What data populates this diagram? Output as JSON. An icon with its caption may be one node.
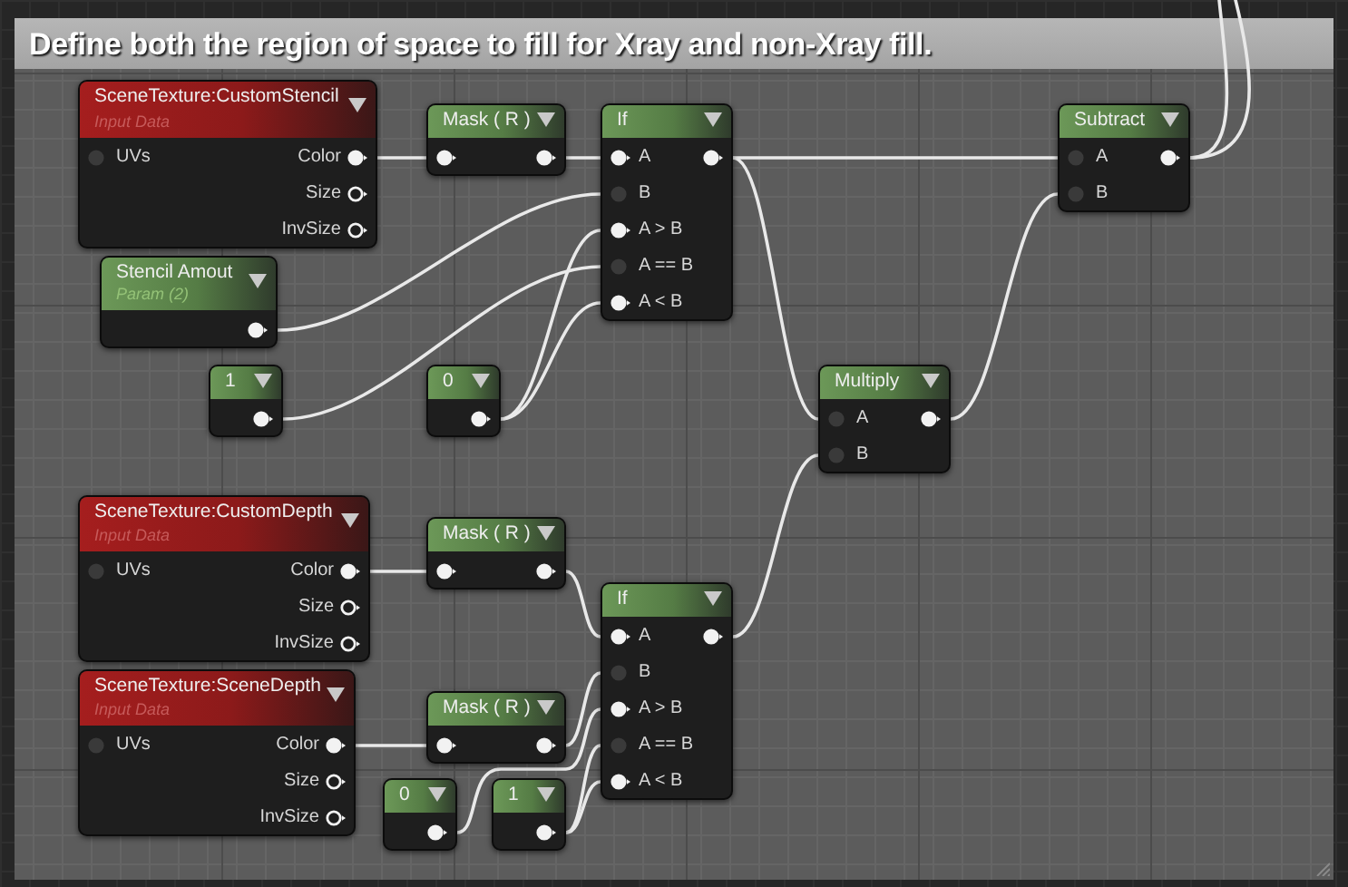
{
  "diagram": {
    "nodes": [
      {
        "text": [
          "Define both the region of space to fill for Xray and non-Xray fill."
        ]
      },
      {
        "text": [
          "SceneTexture:CustomStencil",
          "Input Data",
          "UVs",
          "Color",
          "Size",
          "InvSize"
        ],
        "in": 0
      },
      {
        "text": [
          "Mask ( R )"
        ],
        "in": 0
      },
      {
        "text": [
          "If",
          "A",
          "B",
          "A > B",
          "A == B",
          "A < B"
        ],
        "in": 0
      },
      {
        "text": [
          "Subtract",
          "A",
          "B"
        ],
        "in": 0
      },
      {
        "text": [
          "Stencil Amout",
          "Param (2)"
        ],
        "in": 0
      },
      {
        "text": [
          "1"
        ],
        "in": 0
      },
      {
        "text": [
          "0"
        ],
        "in": 0
      },
      {
        "text": [
          "Multiply",
          "A",
          "B"
        ],
        "in": 0
      },
      {
        "text": [
          "SceneTexture:CustomDepth",
          "Input Data",
          "UVs",
          "Color",
          "Size",
          "InvSize"
        ],
        "in": 0
      },
      {
        "text": [
          "Mask ( R )"
        ],
        "in": 0
      },
      {
        "text": [
          "If",
          "A",
          "B",
          "A > B",
          "A == B",
          "A < B"
        ],
        "in": 0
      },
      {
        "text": [
          "SceneTexture:SceneDepth",
          "Input Data",
          "UVs",
          "Color",
          "Size",
          "InvSize"
        ],
        "in": 0
      },
      {
        "text": [
          "Mask ( R )"
        ],
        "in": 0
      },
      {
        "text": [
          "0"
        ],
        "in": 0
      },
      {
        "text": [
          "1"
        ],
        "in": 0
      }
    ],
    "edges": [
      {
        "from": 1,
        "to": 2,
        "arrow": "none"
      },
      {
        "from": 2,
        "to": 3,
        "arrow": "none"
      },
      {
        "from": 5,
        "to": 3,
        "arrow": "none"
      },
      {
        "from": 7,
        "to": 3,
        "arrow": "none"
      },
      {
        "from": 6,
        "to": 3,
        "arrow": "none"
      },
      {
        "from": 7,
        "to": 3,
        "arrow": "none"
      },
      {
        "from": 3,
        "to": 4,
        "arrow": "none"
      },
      {
        "from": 3,
        "to": 8,
        "arrow": "none"
      },
      {
        "from": 8,
        "to": 4,
        "arrow": "none"
      },
      {
        "from": 4,
        "to": null,
        "arrow": "none"
      },
      {
        "from": 4,
        "to": null,
        "arrow": "none"
      },
      {
        "from": 9,
        "to": 10,
        "arrow": "none"
      },
      {
        "from": 10,
        "to": 11,
        "arrow": "none"
      },
      {
        "from": 12,
        "to": 13,
        "arrow": "none"
      },
      {
        "from": 13,
        "to": 11,
        "arrow": "none"
      },
      {
        "from": 14,
        "to": 11,
        "arrow": "none"
      },
      {
        "from": 15,
        "to": 11,
        "arrow": "none"
      },
      {
        "from": 15,
        "to": 11,
        "arrow": "none"
      },
      {
        "from": 11,
        "to": 8,
        "arrow": "none"
      }
    ]
  }
}
